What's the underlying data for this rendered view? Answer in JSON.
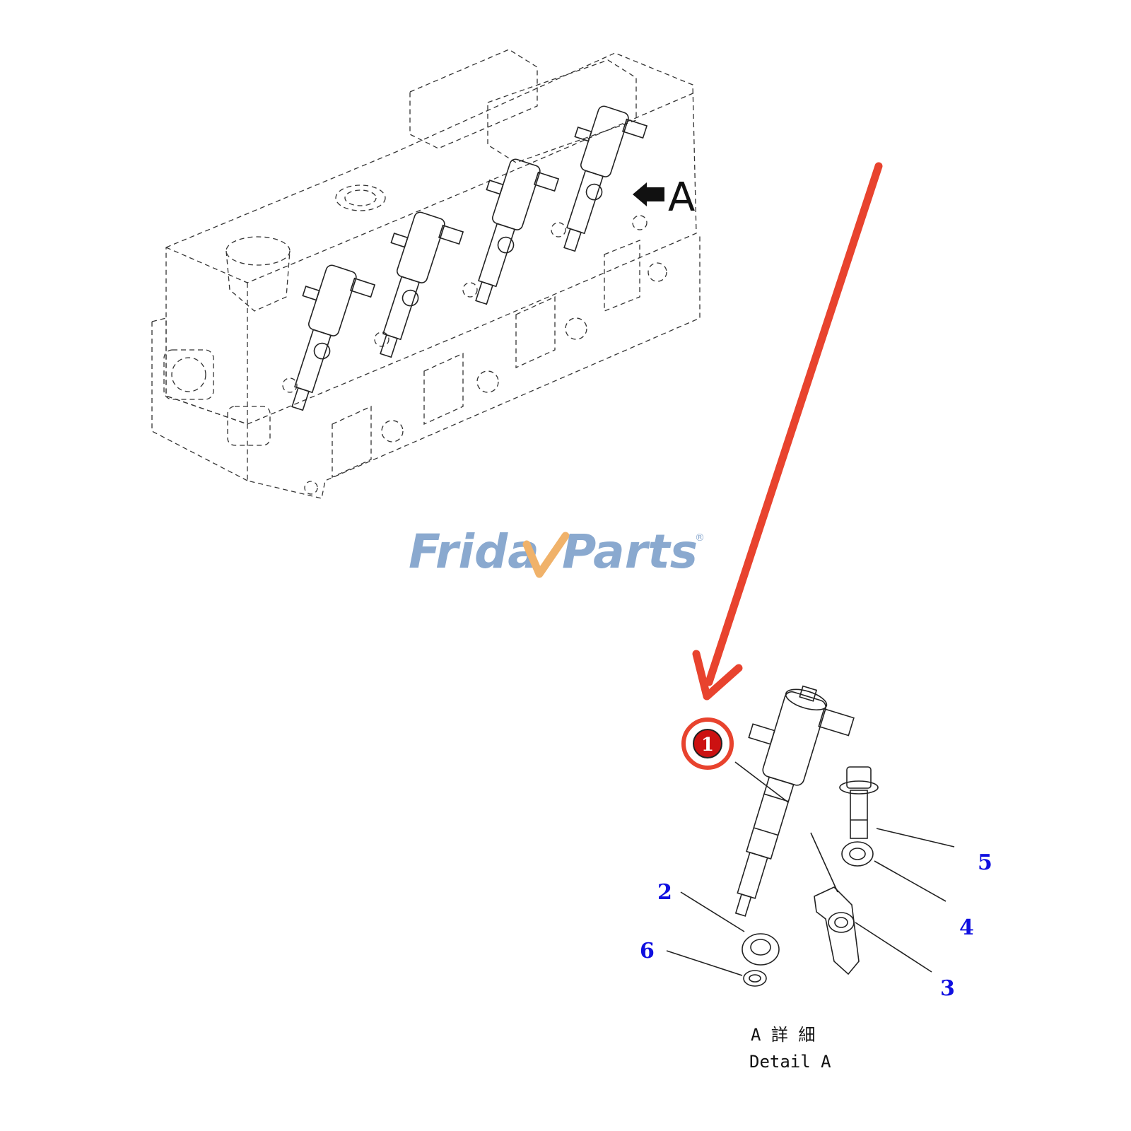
{
  "watermark": {
    "part1": "Frida",
    "part2": "Parts",
    "mark": "®",
    "color_main": "#8aa9cf",
    "color_accent": "#f0b26a"
  },
  "view_marker": "A",
  "callouts": {
    "highlighted": "1",
    "items": [
      {
        "id": "2",
        "label": "2"
      },
      {
        "id": "3",
        "label": "3"
      },
      {
        "id": "4",
        "label": "4"
      },
      {
        "id": "5",
        "label": "5"
      },
      {
        "id": "6",
        "label": "6"
      }
    ]
  },
  "detail_caption": {
    "line1": "A 詳 細",
    "line2": "Detail A"
  },
  "colors": {
    "callout_text": "#1010e0",
    "annotation_red": "#e8432e",
    "badge_fill": "#cc1111"
  }
}
